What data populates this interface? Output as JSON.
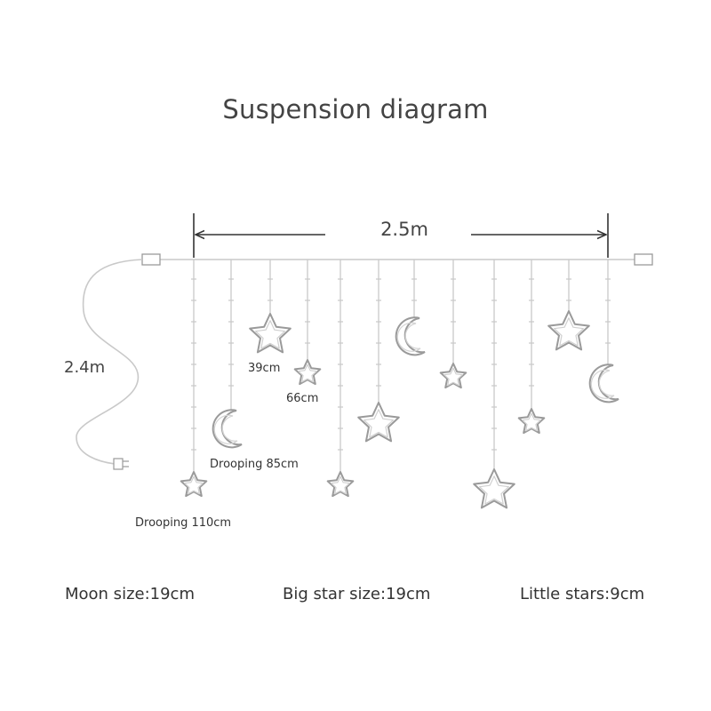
{
  "title": "Suspension diagram",
  "dimensions": {
    "width": "2.5m",
    "cable": "2.4m"
  },
  "drop_labels": {
    "d39": "39cm",
    "d66": "66cm",
    "d85": "Drooping 85cm",
    "d110": "Drooping 110cm"
  },
  "sizes": {
    "moon": "Moon size:19cm",
    "big_star": "Big star size:19cm",
    "little_star": "Little stars:9cm"
  },
  "strands": [
    {
      "ornament": "little-star"
    },
    {
      "ornament": "moon"
    },
    {
      "ornament": "big-star"
    },
    {
      "ornament": "little-star"
    },
    {
      "ornament": "little-star"
    },
    {
      "ornament": "big-star"
    },
    {
      "ornament": "moon"
    },
    {
      "ornament": "little-star"
    },
    {
      "ornament": "big-star"
    },
    {
      "ornament": "little-star"
    },
    {
      "ornament": "big-star"
    },
    {
      "ornament": "moon"
    }
  ],
  "colors": {
    "line": "#c9c9c9",
    "ornament_outline": "#9a9a9a",
    "dimension_line": "#333333",
    "text": "#3a3a3a"
  }
}
